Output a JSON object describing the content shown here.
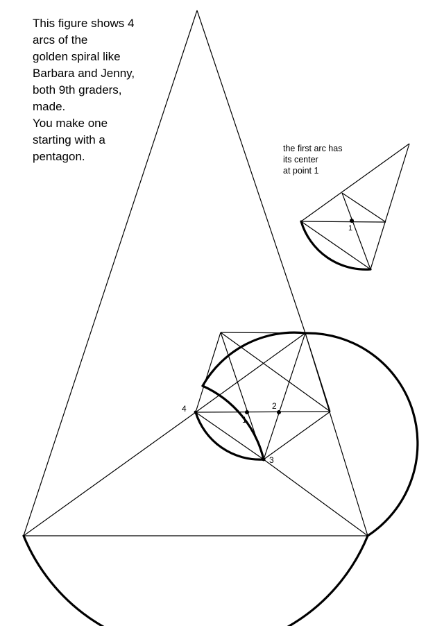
{
  "description_lines": [
    "This figure shows 4",
    "arcs  of the",
    "golden spiral like",
    "Barbara and Jenny,",
    "both 9th graders,",
    "made.",
    "You make one",
    "starting with a",
    "pentagon."
  ],
  "note_lines": [
    "the first arc has",
    "its center",
    "at point 1"
  ],
  "point_labels": {
    "p1": "1",
    "p2": "2",
    "p3": "3",
    "p4": "4",
    "inset_p1": "1"
  },
  "colors": {
    "line": "#000000",
    "background": "#ffffff"
  }
}
